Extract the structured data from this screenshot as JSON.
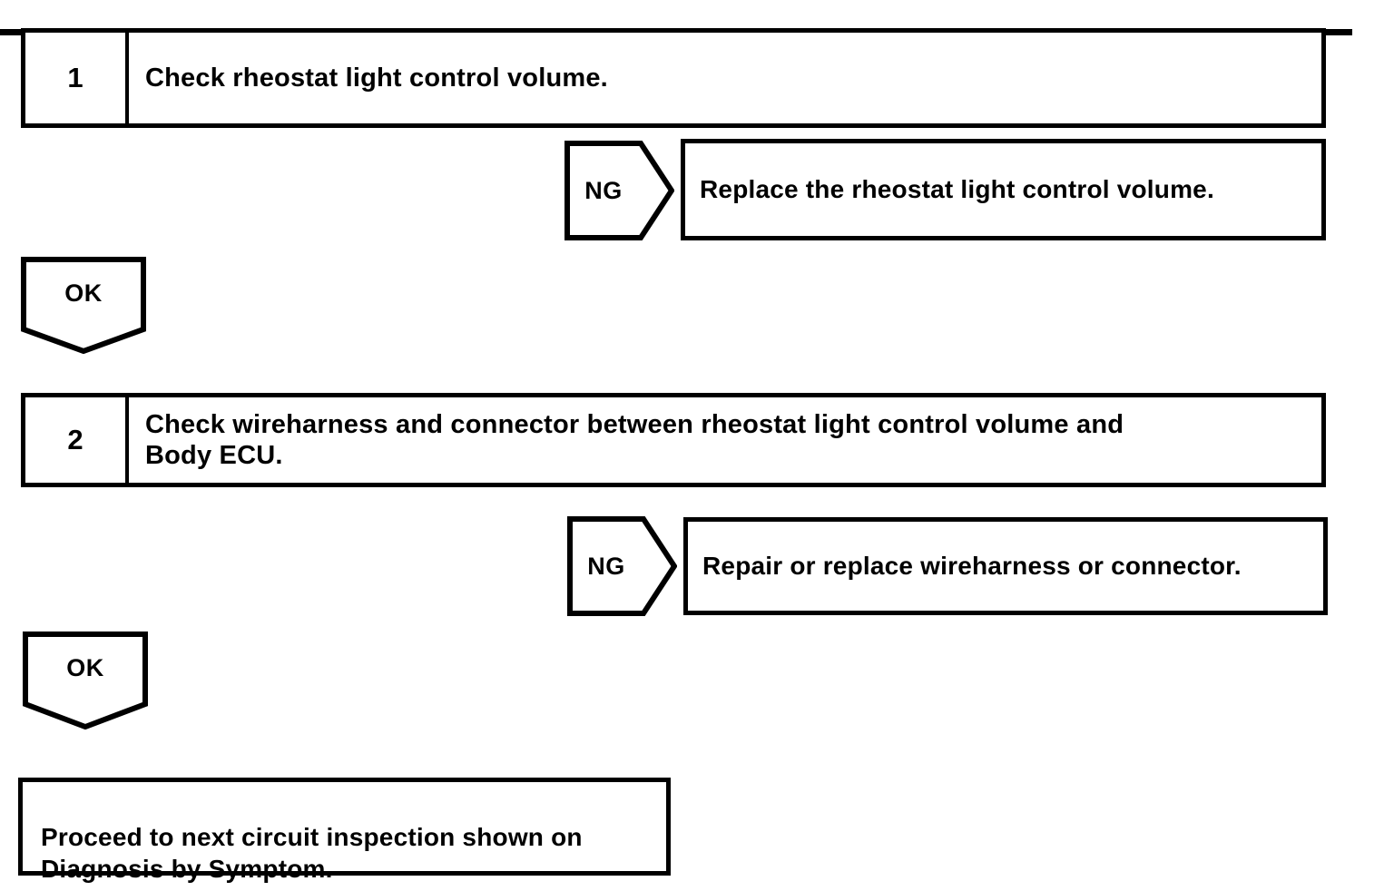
{
  "diagram": {
    "type": "diagnostic-flowchart",
    "steps": [
      {
        "number": "1",
        "instruction": "Check rheostat light control volume.",
        "ng_label": "NG",
        "ng_action": "Replace the rheostat light control volume.",
        "ok_label": "OK"
      },
      {
        "number": "2",
        "instruction": "Check wireharness and connector between rheostat light control volume and\nBody ECU.",
        "ng_label": "NG",
        "ng_action": "Repair or replace wireharness or connector.",
        "ok_label": "OK"
      }
    ],
    "final_action": "Proceed to next circuit inspection shown on\nDiagnosis by Symptom."
  },
  "colors": {
    "ink": "#000000",
    "paper": "#ffffff"
  }
}
